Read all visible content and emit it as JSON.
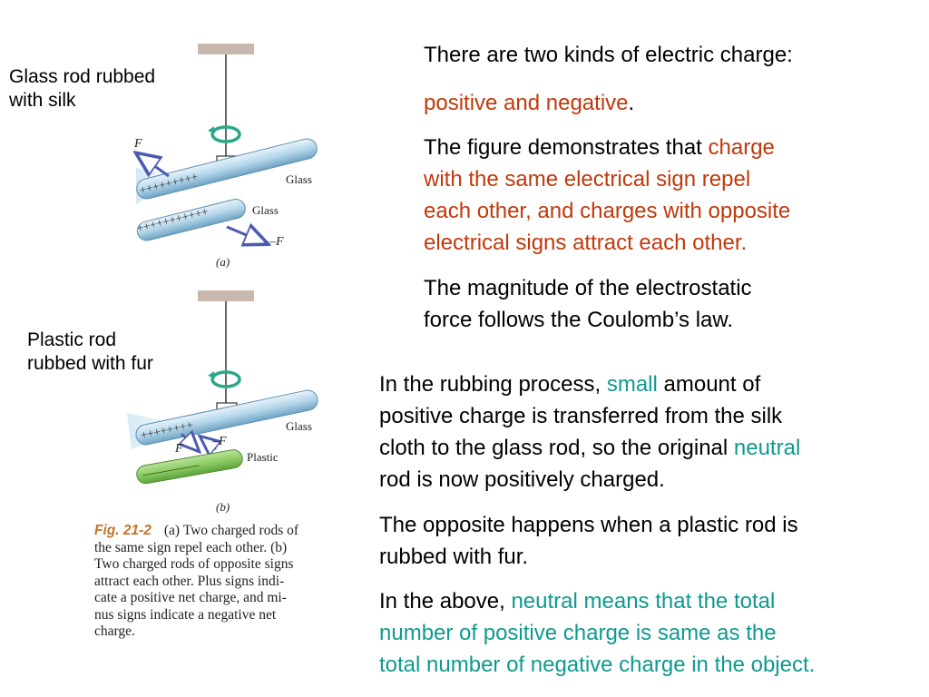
{
  "labels": {
    "glass_rod": [
      "Glass rod rubbed",
      "with silk"
    ],
    "plastic_rod": [
      "Plastic rod",
      "rubbed with fur"
    ]
  },
  "figure": {
    "a": {
      "force_top": "F",
      "force_bottom": "–F",
      "rod_top_label": "Glass",
      "rod_bottom_label": "Glass",
      "panel_label": "(a)",
      "plus_signs": "+++++++++",
      "plus_signs_bottom": "+++++++++++"
    },
    "b": {
      "force_left": "F",
      "force_right": "–F",
      "rod_top_label": "Glass",
      "rod_bottom_label": "Plastic",
      "panel_label": "(b)",
      "plus_signs": "++++++++",
      "minus_signs": "–––––––––"
    },
    "caption": {
      "number": "Fig. 21-2",
      "lines": [
        "(a) Two charged rods of",
        "the same sign repel each other. (b)",
        "Two charged rods of opposite signs",
        "attract each other. Plus signs indi-",
        "cate a positive net charge, and mi-",
        "nus signs indicate a negative net",
        "charge."
      ]
    }
  },
  "text": {
    "p1": "There are two kinds of electric charge:",
    "p2": {
      "colored": "positive and negative",
      "tail": "."
    },
    "p3": {
      "lead": "The figure demonstrates that ",
      "colored_1": "charge",
      "colored_2": "with the same electrical sign repel",
      "colored_3": "each other, and charges with opposite",
      "colored_4": "electrical signs attract each other."
    },
    "p4": [
      "The magnitude of the electrostatic",
      "force follows the Coulomb’s law."
    ],
    "p5": {
      "l1_lead": "In the rubbing process, ",
      "l1_colored": "small",
      "l1_tail": " amount of",
      "l2": "positive charge is transferred from the silk",
      "l3_lead": "cloth to the glass rod, so the original ",
      "l3_colored": "neutral",
      "l4": "rod is now positively charged."
    },
    "p6": [
      "The opposite happens when a plastic rod is",
      "rubbed with fur."
    ],
    "p7": {
      "l1_lead": "In the above, ",
      "l1_colored": "neutral means that the total",
      "l2_colored": "number of positive charge is same as the",
      "l3_colored": "total number of negative charge in the object."
    }
  },
  "colors": {
    "accent_red": "#c0390b",
    "accent_teal": "#0e9a8e",
    "figure_number": "#c4732a"
  }
}
